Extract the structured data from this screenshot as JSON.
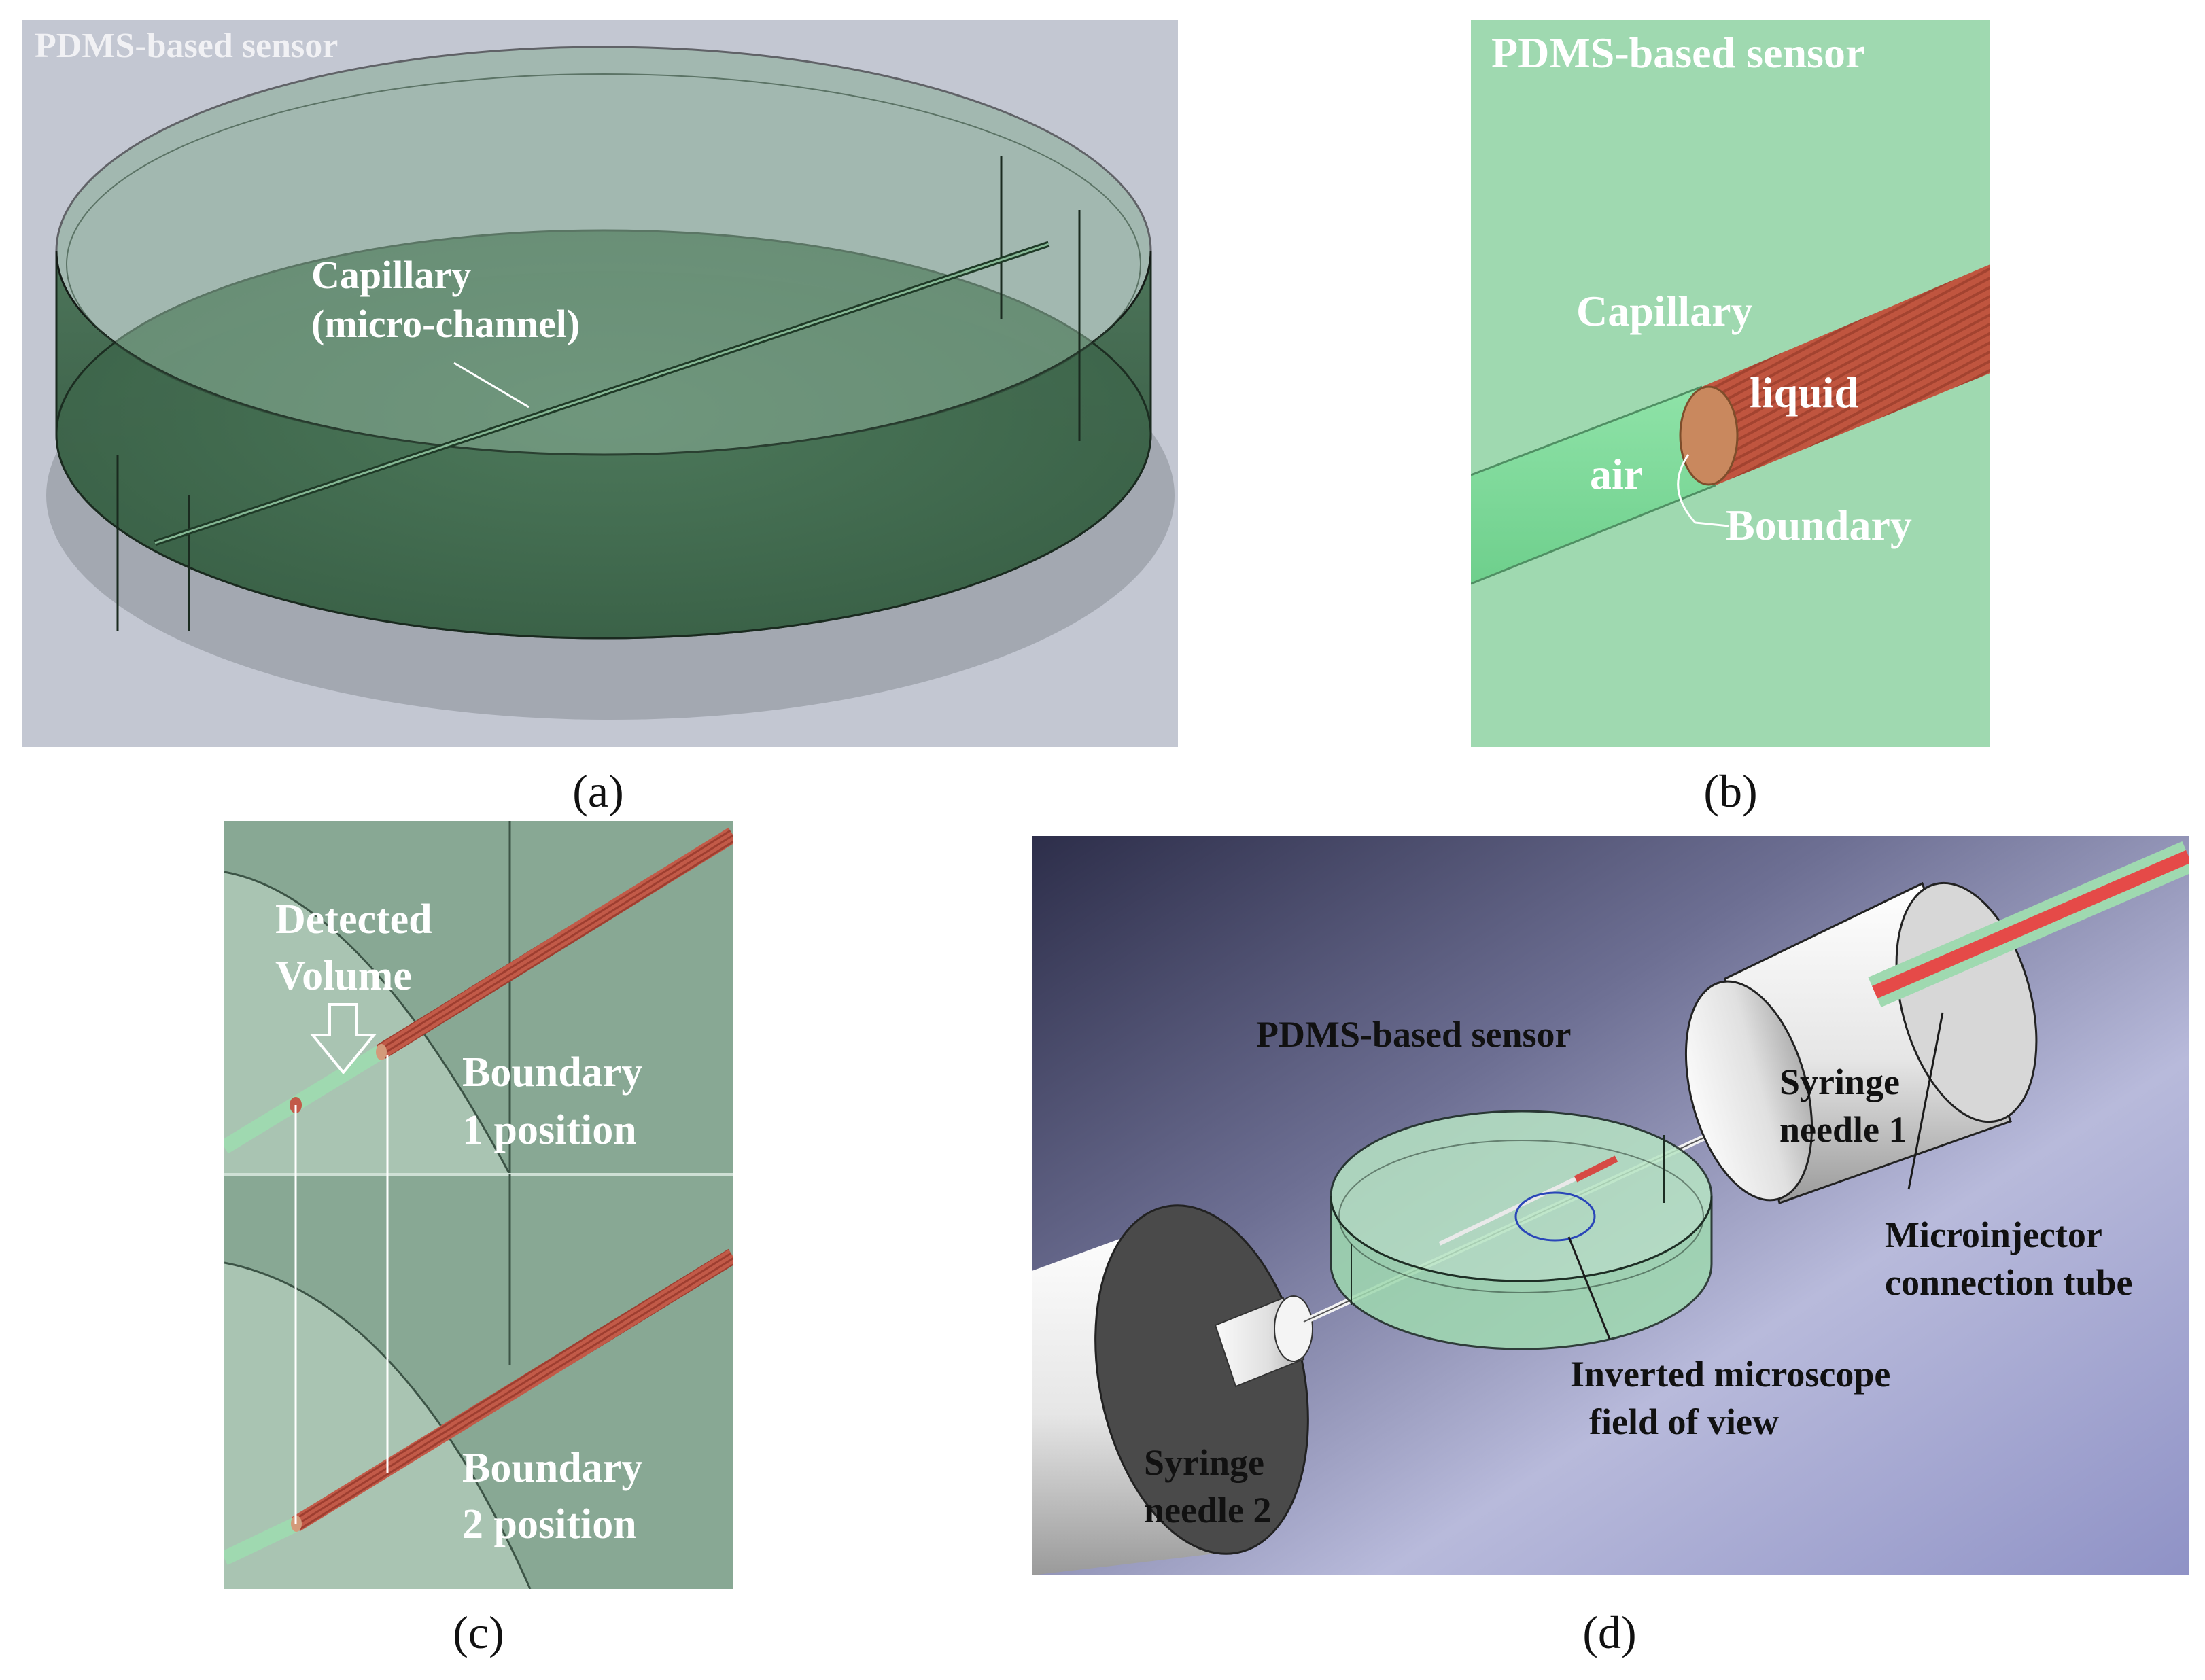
{
  "panel_a": {
    "caption": "(a)",
    "title": "PDMS-based sensor",
    "capillary_line1": "Capillary",
    "capillary_line2": "(micro-channel)"
  },
  "panel_b": {
    "caption": "(b)",
    "title": "PDMS-based sensor",
    "capillary": "Capillary",
    "liquid": "liquid",
    "air": "air",
    "boundary": "Boundary"
  },
  "panel_c": {
    "caption": "(c)",
    "detected_line1": "Detected",
    "detected_line2": "Volume",
    "boundary1_line1": "Boundary",
    "boundary1_line2": "1 position",
    "boundary2_line1": "Boundary",
    "boundary2_line2": "2 position"
  },
  "panel_d": {
    "caption": "(d)",
    "sensor": "PDMS-based sensor",
    "needle1_line1": "Syringe",
    "needle1_line2": "needle 1",
    "needle2_line1": "Syringe",
    "needle2_line2": "needle 2",
    "microinjector_line1": "Microinjector",
    "microinjector_line2": "connection tube",
    "microscope_line1": "Inverted microscope",
    "microscope_line2": "field of view"
  },
  "colors": {
    "pdms_green": "#9fd9b0",
    "liquid_red": "#c0553f",
    "background_gray": "#c3c7d2"
  }
}
